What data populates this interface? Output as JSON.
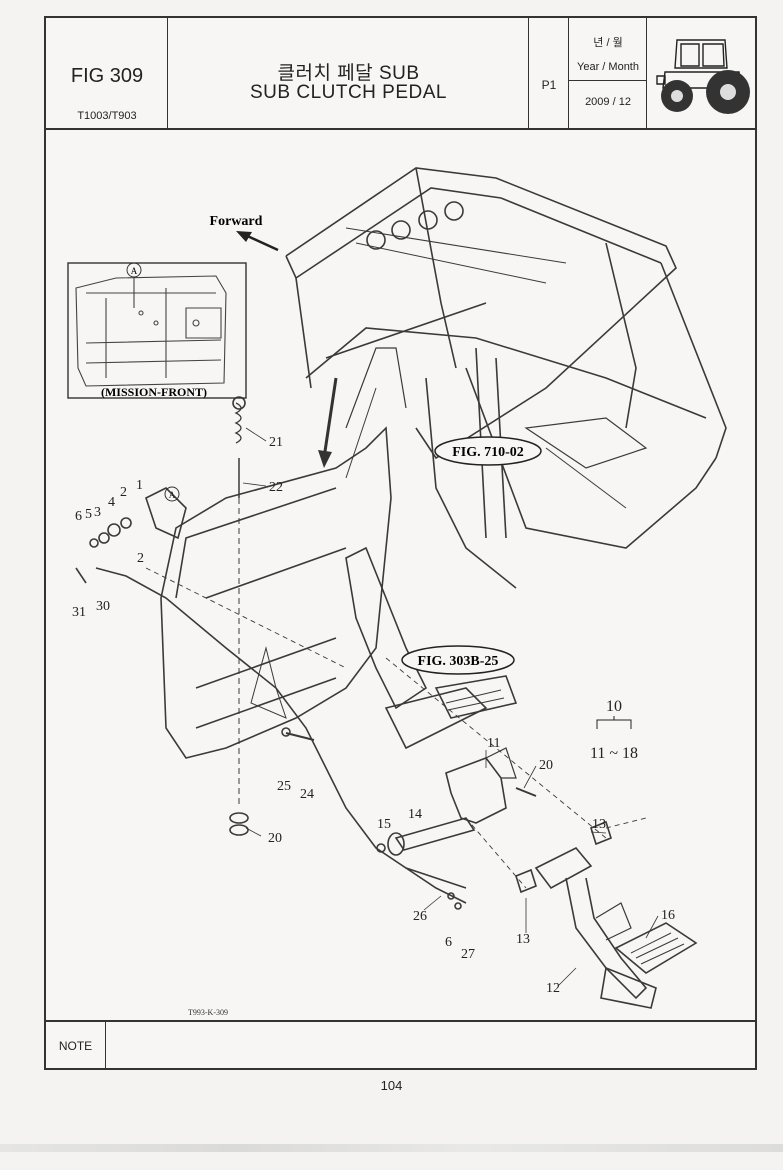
{
  "header": {
    "fig_no": "FIG 309",
    "model": "T1003/T903",
    "title_ko": "클러치 페달 SUB",
    "title_en": "SUB CLUTCH PEDAL",
    "page": "P1",
    "date_label_ko": "년 / 월",
    "date_label_en": "Year / Month",
    "date_value": "2009 / 12"
  },
  "diagram": {
    "forward_label": "Forward",
    "inset_label": "(MISSION-FRONT)",
    "inset_callout": "A",
    "ref_710": "FIG. 710-02",
    "ref_303": "FIG. 303B-25",
    "drawing_code": "T993-K-309",
    "callouts": {
      "c1": "1",
      "c2a": "2",
      "c2b": "2",
      "c3": "3",
      "c4": "4",
      "c5": "5",
      "c6a": "6",
      "c31": "31",
      "c30": "30",
      "c21": "21",
      "c22": "22",
      "c25": "25",
      "c24": "24",
      "c20a": "20",
      "c20b": "20",
      "c11": "11",
      "c15": "15",
      "c14": "14",
      "c13a": "13",
      "c13b": "13",
      "c26": "26",
      "c6b": "6",
      "c27": "27",
      "c12": "12",
      "c16": "16",
      "c10": "10",
      "c11_18": "11 ~ 18",
      "cA": "A"
    }
  },
  "note": {
    "label": "NOTE"
  },
  "footer": {
    "page_number": "104"
  }
}
